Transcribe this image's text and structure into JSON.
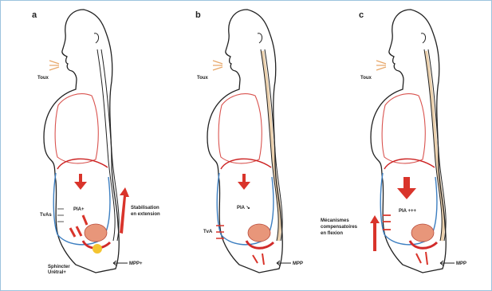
{
  "panels": [
    {
      "letter": "a",
      "labels": {
        "toux": "Toux",
        "tvas": "TvAs",
        "pia": "PIA+",
        "stab1": "Stabilisation",
        "stab2": "en extension",
        "sph1": "Sphincter",
        "sph2": "Urétral+",
        "mpp": "MPP+"
      }
    },
    {
      "letter": "b",
      "labels": {
        "toux": "Toux",
        "pia": "PIA ↘",
        "tva": "TvA",
        "mpp": "MPP"
      }
    },
    {
      "letter": "c",
      "labels": {
        "toux": "Toux",
        "pia": "PIA +++",
        "mec1": "Mécanismes",
        "mec2": "compensatoires",
        "mec3": "en flexion",
        "mpp": "MPP"
      }
    }
  ],
  "colors": {
    "arrow": "#d9342b",
    "lung": "#d9534f",
    "outline": "#222222",
    "diaphragm": "#cc2222",
    "abdomen": "#3d7fc1",
    "spine": "#e7c9a0",
    "pelvic": "#e06040",
    "air": "#e8a86a"
  }
}
